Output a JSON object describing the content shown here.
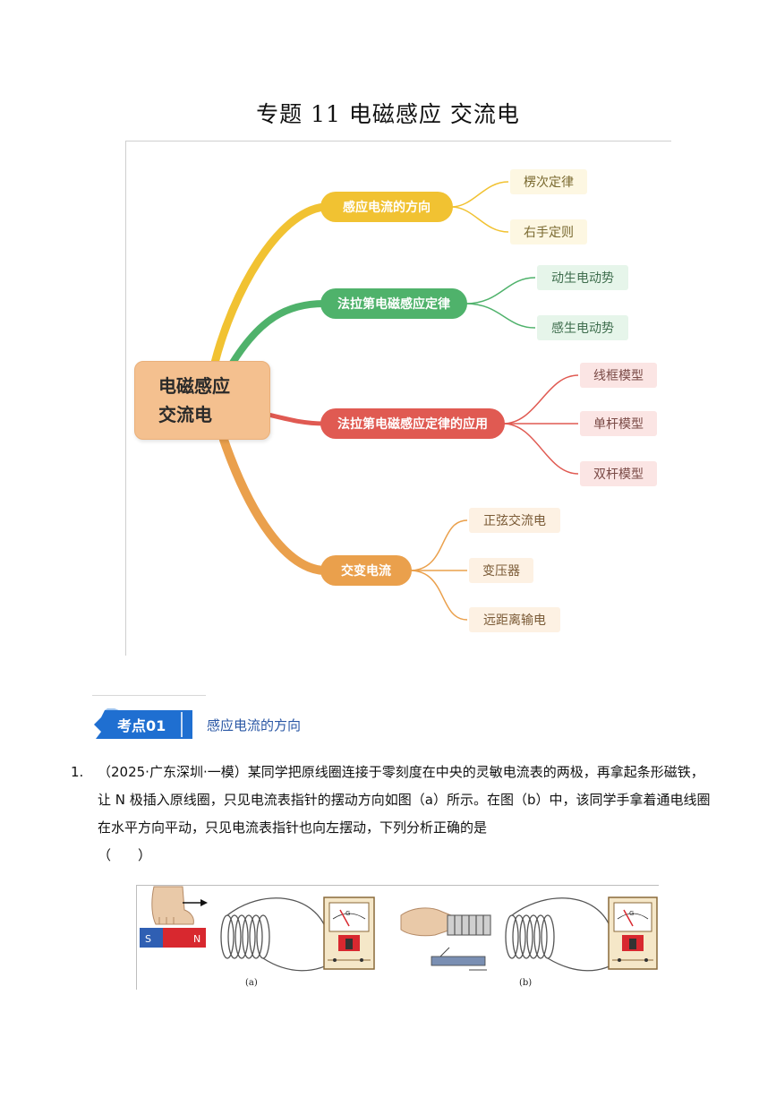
{
  "title": "专题 11  电磁感应  交流电",
  "mindmap": {
    "root": {
      "line1": "电磁感应",
      "line2": "交流电"
    },
    "branches": [
      {
        "label": "感应电流的方向",
        "leaves": [
          "楞次定律",
          "右手定则"
        ]
      },
      {
        "label": "法拉第电磁感应定律",
        "leaves": [
          "动生电动势",
          "感生电动势"
        ]
      },
      {
        "label": "法拉第电磁感应定律的应用",
        "leaves": [
          "线框模型",
          "单杆模型",
          "双杆模型"
        ]
      },
      {
        "label": "交变电流",
        "leaves": [
          "正弦交流电",
          "变压器",
          "远距离输电"
        ]
      }
    ],
    "colors": {
      "yellow": "#f1c232",
      "green": "#4fb26b",
      "red": "#e05a52",
      "orange": "#eaa04c",
      "root": "#f4c08f"
    }
  },
  "section": {
    "badge": "考点01",
    "label": "感应电流的方向",
    "badge_color": "#1f6fd1"
  },
  "question": {
    "number": "1.",
    "text": "（2025·广东深圳·一模）某同学把原线圈连接于零刻度在中央的灵敏电流表的两极，再拿起条形磁铁，让 N 极插入原线圈，只见电流表指针的摆动方向如图（a）所示。在图（b）中，该同学手拿着通电线圈在水平方向平动，只见电流表指针也向左摆动，下列分析正确的是",
    "answer_paren": "（　　）"
  },
  "figure": {
    "label_a": "(a)",
    "label_b": "(b)",
    "magnet_s": "S",
    "magnet_n": "N",
    "meter_g": "G"
  }
}
